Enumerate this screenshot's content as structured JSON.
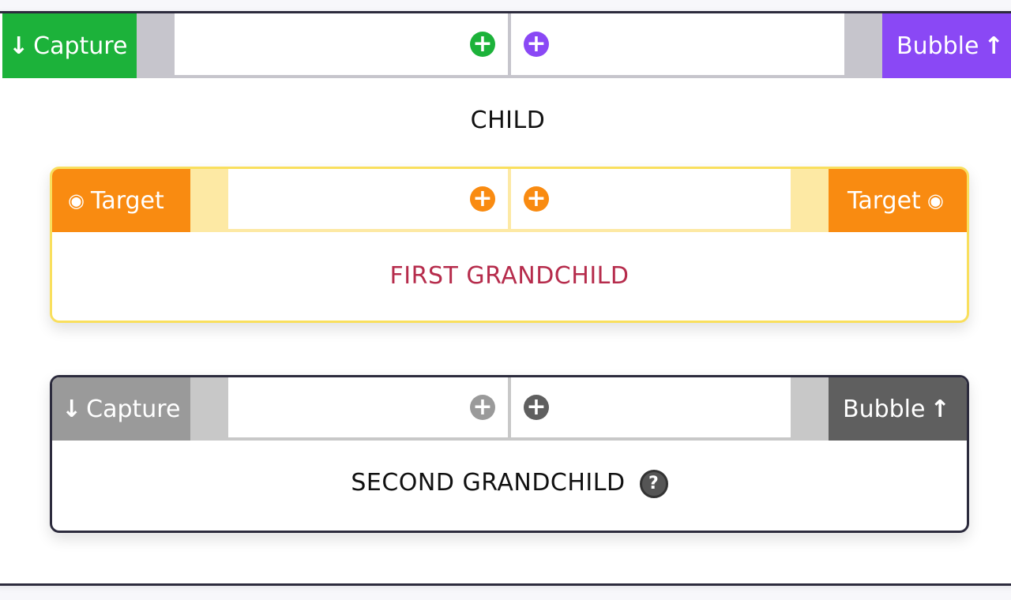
{
  "child": {
    "title": "CHILD",
    "capture_label": "Capture",
    "bubble_label": "Bubble",
    "capture_color": "#1cb23a",
    "bubble_color": "#8a48f5"
  },
  "first_grandchild": {
    "title": "FIRST GRANDCHILD",
    "left_label": "Target",
    "right_label": "Target",
    "tab_color": "#f98b11",
    "border_color": "#f9df5d",
    "title_color": "#b62c4c"
  },
  "second_grandchild": {
    "title": "SECOND GRANDCHILD",
    "capture_label": "Capture",
    "bubble_label": "Bubble",
    "help_icon": "?",
    "capture_color": "#9a9a9a",
    "bubble_color": "#5f5f5f"
  },
  "icons": {
    "arrow_down": "↓",
    "arrow_up": "↑",
    "target": "◉",
    "plus": "+"
  }
}
